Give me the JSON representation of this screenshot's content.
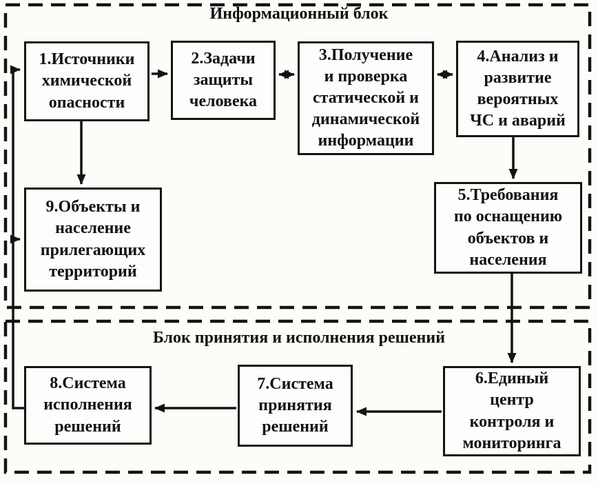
{
  "canvas": {
    "colors": {
      "line": "#131313",
      "background": "#fcfcf9"
    }
  },
  "blocks": {
    "info": {
      "title": "Информационный блок"
    },
    "decision": {
      "title": "Блок принятия и исполнения решений"
    }
  },
  "nodes": {
    "n1": {
      "label": "1.Источники\nхимической\nопасности"
    },
    "n2": {
      "label": "2.Задачи\nзащиты\nчеловека"
    },
    "n3": {
      "label": "3.Получение\nи проверка\nстатической и\nдинамической\nинформации"
    },
    "n4": {
      "label": "4.Анализ и\nразвитие\nвероятных\nЧС и аварий"
    },
    "n5": {
      "label": "5.Требования\nпо оснащению\nобъектов и\nнаселения"
    },
    "n6": {
      "label": "6.Единый\nцентр\nконтроля и\nмониторинга"
    },
    "n7": {
      "label": "7.Система\nпринятия\nрешений"
    },
    "n8": {
      "label": "8.Система\nисполнения\nрешений"
    },
    "n9": {
      "label": "9.Объекты и\nнаселение\nприлегающих\nтерриторий"
    }
  },
  "edges": [
    {
      "from": "1",
      "to": "2",
      "style": "single"
    },
    {
      "from": "2",
      "to": "3",
      "style": "double"
    },
    {
      "from": "3",
      "to": "4",
      "style": "double"
    },
    {
      "from": "1",
      "to": "9",
      "style": "single"
    },
    {
      "from": "4",
      "to": "5",
      "style": "single"
    },
    {
      "from": "5",
      "to": "6",
      "style": "single"
    },
    {
      "from": "6",
      "to": "7",
      "style": "single"
    },
    {
      "from": "7",
      "to": "8",
      "style": "single"
    },
    {
      "from": "8",
      "to": "1",
      "style": "feedback"
    },
    {
      "from": "8",
      "to": "9",
      "style": "feedback"
    }
  ]
}
